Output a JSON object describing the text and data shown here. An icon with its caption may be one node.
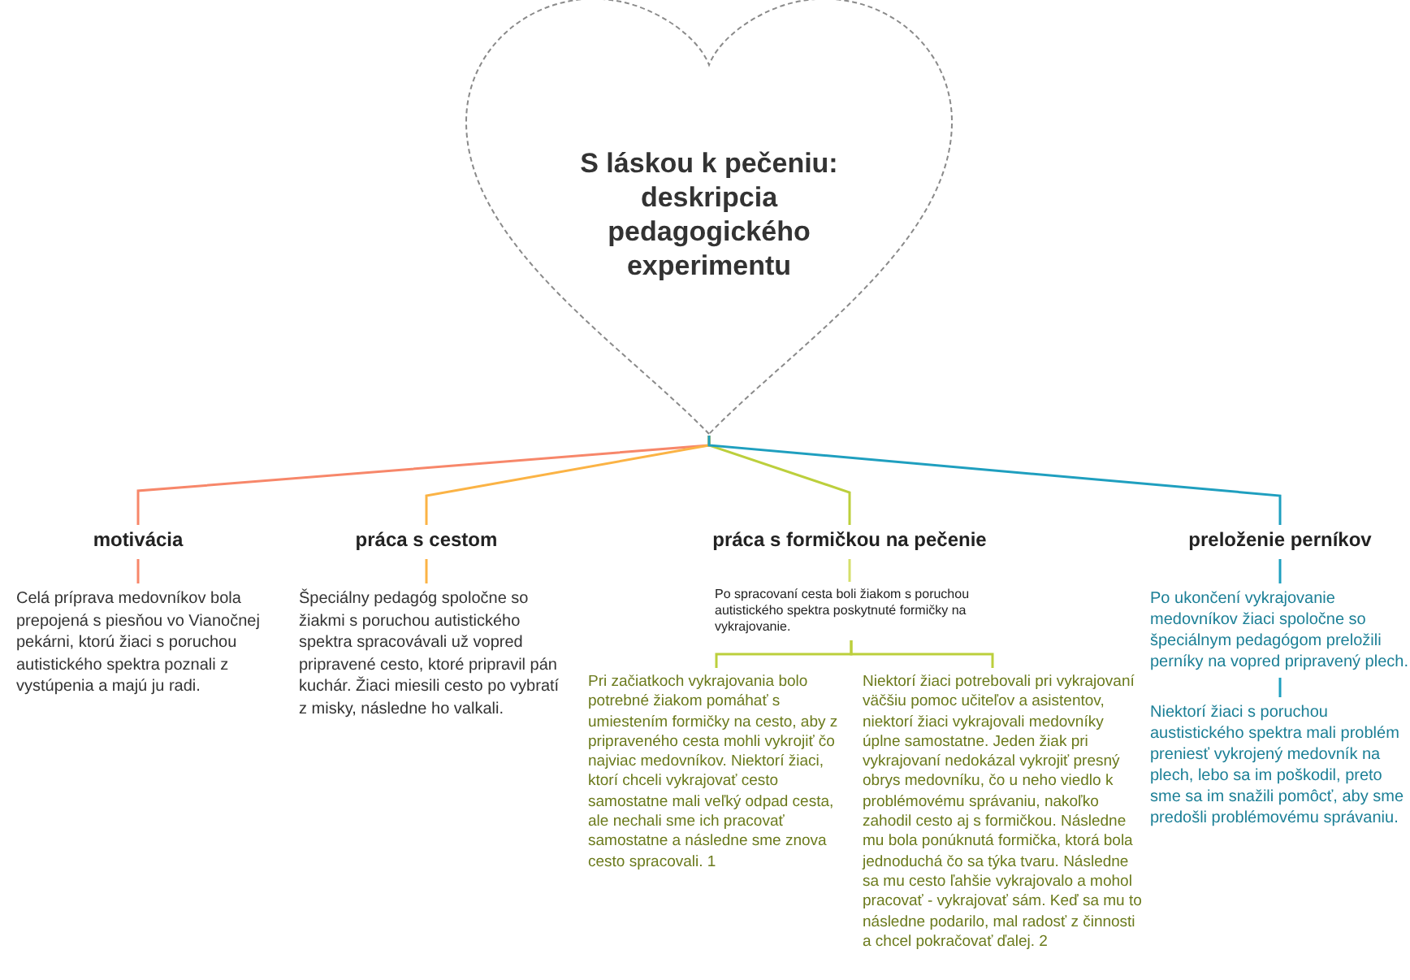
{
  "diagram": {
    "nodes": [
      {
        "text": [
          "S láskou k pečeniu: deskripcia pedagogického experimentu"
        ]
      },
      {
        "text": [
          "motivácia"
        ]
      },
      {
        "text": [
          "Celá príprava medovníkov bola prepojená  s piesňou vo Vianočnej pekárni, ktorú žiaci s poruchou autistického spektra poznali z vystúpenia a majú ju radi."
        ]
      },
      {
        "text": [
          "práca s cestom"
        ]
      },
      {
        "text": [
          "Špeciálny pedagóg spoločne so žiakmi s poruchou autistického spektra spracovávali už vopred pripravené cesto, ktoré pripravil pán kuchár. Žiaci miesili cesto po vybratí z misky, následne ho valkali."
        ]
      },
      {
        "text": [
          "práca s formičkou na pečenie"
        ]
      },
      {
        "text": [
          "Po spracovaní cesta boli žiakom s poruchou autistického spektra poskytnuté formičky na vykrajovanie."
        ]
      },
      {
        "text": [
          "Pri začiatkoch vykrajovania bolo potrebné žiakom pomáhať s umiestením formičky na cesto, aby z pripraveného cesta mohli vykrojiť čo najviac medovníkov. Niektorí žiaci, ktorí chceli vykrajovať cesto samostatne mali veľký odpad cesta, ale nechali sme ich pracovať samostatne a následne sme znova cesto spracovali. 1"
        ]
      },
      {
        "text": [
          "Niektorí žiaci potrebovali pri vykrajovaní väčšiu pomoc učiteľov a asistentov, niektorí žiaci vykrajovali medovníky úplne samostatne. Jeden žiak pri vykrajovaní nedokázal vykrojiť presný obrys medovníku, čo u neho viedlo k problémovému správaniu, nakoľko zahodil cesto aj s formičkou. Následne mu bola ponúknutá formička, ktorá bola jednoduchá čo sa týka tvaru. Následne sa mu cesto ľahšie vykrajovalo a mohol pracovať - vykrajovať sám. Keď sa mu to následne podarilo, mal radosť z činnosti a chcel pokračovať ďalej. 2"
        ]
      },
      {
        "text": [
          "preloženie perníkov"
        ]
      },
      {
        "text": [
          "Po ukončení vykrajovanie medovníkov žiaci spoločne so špeciálnym pedagógom preložili perníky na vopred pripravený plech."
        ]
      },
      {
        "text": [
          "Niektorí žiaci s poruchou austistického spektra mali problém preniesť vykrojený medovník na plech, lebo sa im poškodil, preto sme sa im snažili pomôcť, aby sme predošli problémovému správaniu."
        ]
      }
    ],
    "edges": [
      {
        "from": 0,
        "to": 1,
        "arrow": "none",
        "color": "#f7876a"
      },
      {
        "from": 0,
        "to": 3,
        "arrow": "none",
        "color": "#fbb345"
      },
      {
        "from": 0,
        "to": 5,
        "arrow": "none",
        "color": "#bccf3c"
      },
      {
        "from": 0,
        "to": 9,
        "arrow": "none",
        "color": "#1f9fbf"
      },
      {
        "from": 1,
        "to": 2,
        "arrow": "none",
        "color": "#f7876a"
      },
      {
        "from": 3,
        "to": 4,
        "arrow": "none",
        "color": "#fbb345"
      },
      {
        "from": 5,
        "to": 6,
        "arrow": "none",
        "color": "#d5df6a"
      },
      {
        "from": 6,
        "to": 7,
        "arrow": "none",
        "color": "#bccf3c"
      },
      {
        "from": 6,
        "to": 8,
        "arrow": "none",
        "color": "#bccf3c"
      },
      {
        "from": 9,
        "to": 10,
        "arrow": "none",
        "color": "#1f9fbf"
      },
      {
        "from": 10,
        "to": 11,
        "arrow": "none",
        "color": "#1f9fbf"
      }
    ]
  }
}
